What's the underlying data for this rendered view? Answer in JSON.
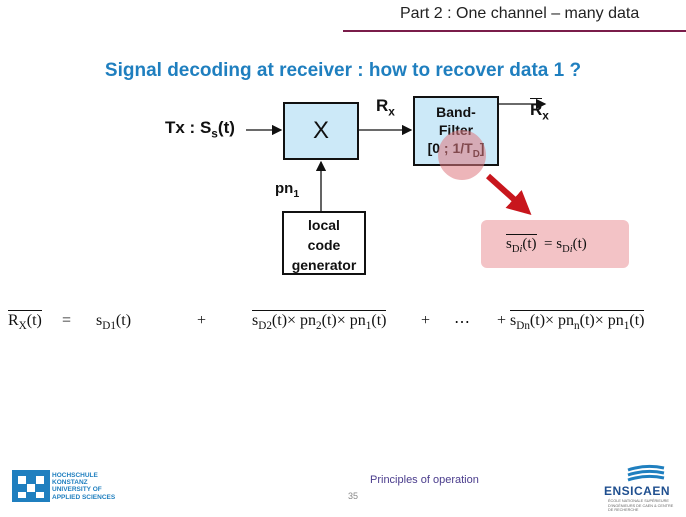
{
  "header": {
    "title": "Part 2 : One channel – many data"
  },
  "slide": {
    "title": "Signal decoding at receiver : how to recover data 1 ?"
  },
  "diagram": {
    "tx_label": "Tx : ",
    "tx_signal": "S",
    "tx_signal_sub": "s",
    "tx_signal_arg": "(t)",
    "multiplier": "X",
    "rx_in": "R",
    "rx_in_sub": "x",
    "filter_line1": "Band-",
    "filter_line2": "Filter",
    "filter_line3_pre": "[0 ; 1/T",
    "filter_line3_sub": "D",
    "filter_line3_post": "]",
    "rx_out": "R",
    "rx_out_sub": "x",
    "pn_label": "pn",
    "pn_sub": "1",
    "codegen_line1": "local",
    "codegen_line2": "code",
    "codegen_line3": "generator"
  },
  "note": {
    "lhs": "s",
    "lhs_sub": "D",
    "lhs_sub_i": "i",
    "lhs_arg": "(t)",
    "eq": "=",
    "rhs": "s",
    "rhs_sub": "D",
    "rhs_sub_i": "i",
    "rhs_arg": "(t)"
  },
  "equation": {
    "lhs": "R",
    "lhs_sub": "X",
    "lhs_arg": "(t)",
    "eq": "=",
    "term1": "s",
    "term1_sub": "D1",
    "term1_arg": "(t)",
    "plus1": "+",
    "term2_a": "s",
    "term2_a_sub": "D2",
    "term2_b": "(t)× pn",
    "term2_b_sub": "2",
    "term2_c": "(t)× pn",
    "term2_c_sub": "1",
    "term2_d": "(t)",
    "plus2": "+",
    "dots": "⋯",
    "plus3": "+",
    "term3_a": "s",
    "term3_a_sub": "Dn",
    "term3_b": "(t)× pn",
    "term3_b_sub": "n",
    "term3_c": "(t)× pn",
    "term3_c_sub": "1",
    "term3_d": "(t)"
  },
  "footer": {
    "center": "Principles of operation",
    "page": "35",
    "hs_line1": "HOCHSCHULE",
    "hs_line2": "KONSTANZ",
    "hs_line3": "UNIVERSITY OF",
    "hs_line4": "APPLIED SCIENCES",
    "ensicaen": "ENSICAEN",
    "ensicaen_sub": "ÉCOLE NATIONALE SUPÉRIEURE D'INGÉNIEURS DE CAEN & CENTRE DE RECHERCHE"
  },
  "colors": {
    "title": "#1f7fbf",
    "box_fill": "#cce9f8",
    "note_fill": "#f3c3c6",
    "arrow_red": "#c8161d",
    "header_line": "#7a1c4a"
  }
}
